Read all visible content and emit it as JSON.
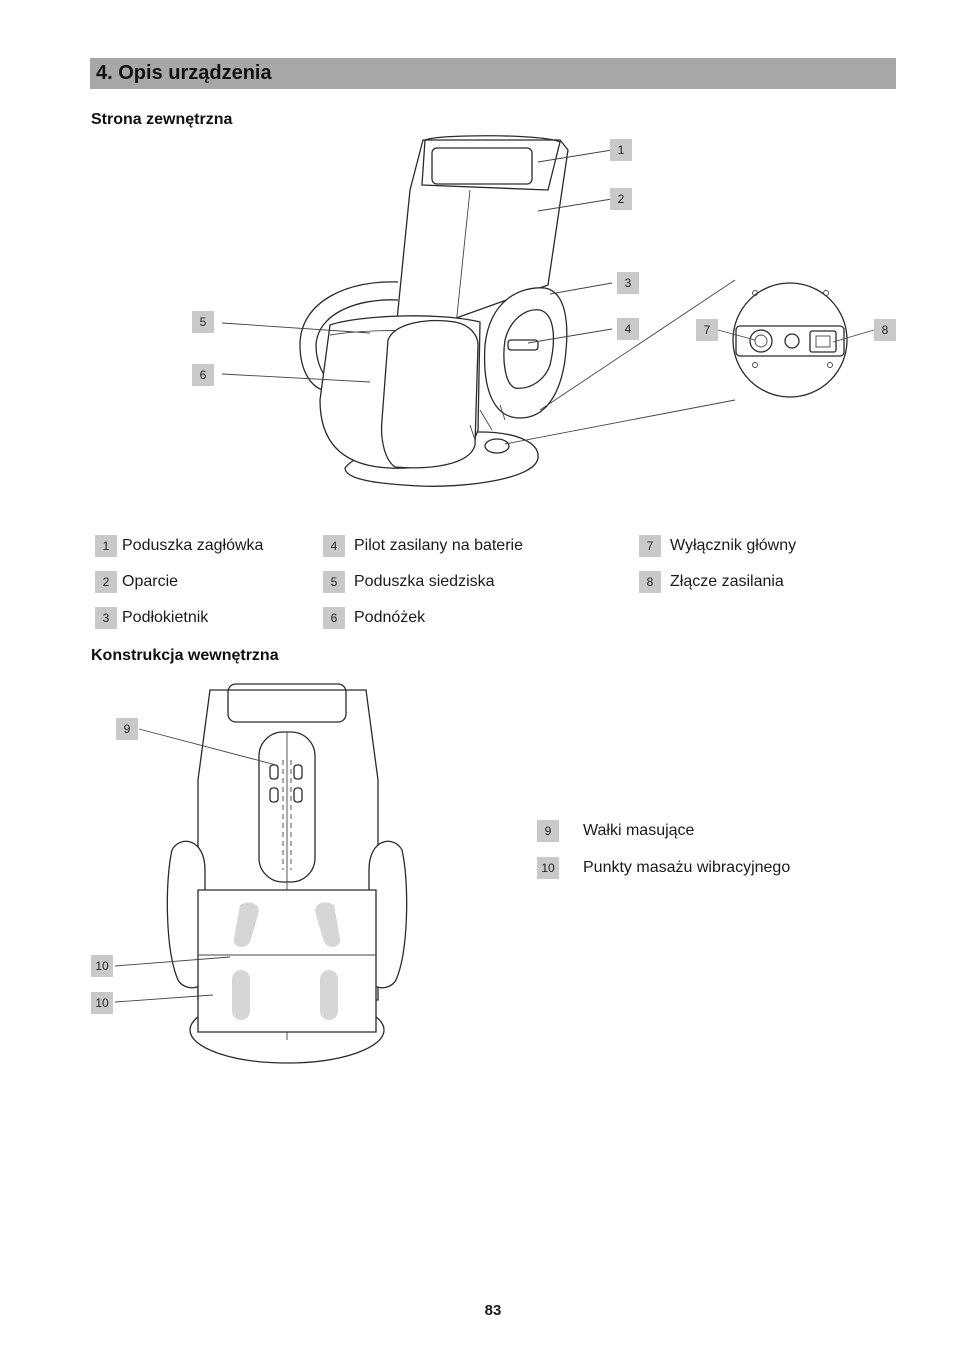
{
  "section": {
    "title": "4.  Opis urządzenia"
  },
  "exterior": {
    "heading": "Strona zewnętrzna",
    "callouts": [
      "1",
      "2",
      "3",
      "4",
      "5",
      "6",
      "7",
      "8"
    ],
    "legend": [
      {
        "num": "1",
        "label": "Poduszka zagłówka"
      },
      {
        "num": "2",
        "label": "Oparcie"
      },
      {
        "num": "3",
        "label": "Podłokietnik"
      },
      {
        "num": "4",
        "label": "Pilot zasilany na baterie"
      },
      {
        "num": "5",
        "label": "Poduszka siedziska"
      },
      {
        "num": "6",
        "label": "Podnóżek"
      },
      {
        "num": "7",
        "label": "Wyłącznik główny"
      },
      {
        "num": "8",
        "label": "Złącze zasilania"
      }
    ]
  },
  "interior": {
    "heading": "Konstrukcja wewnętrzna",
    "callouts": [
      "9",
      "10",
      "10"
    ],
    "legend": [
      {
        "num": "9",
        "label": "Wałki masujące"
      },
      {
        "num": "10",
        "label": "Punkty masażu wibracyjnego"
      }
    ]
  },
  "page_number": "83"
}
